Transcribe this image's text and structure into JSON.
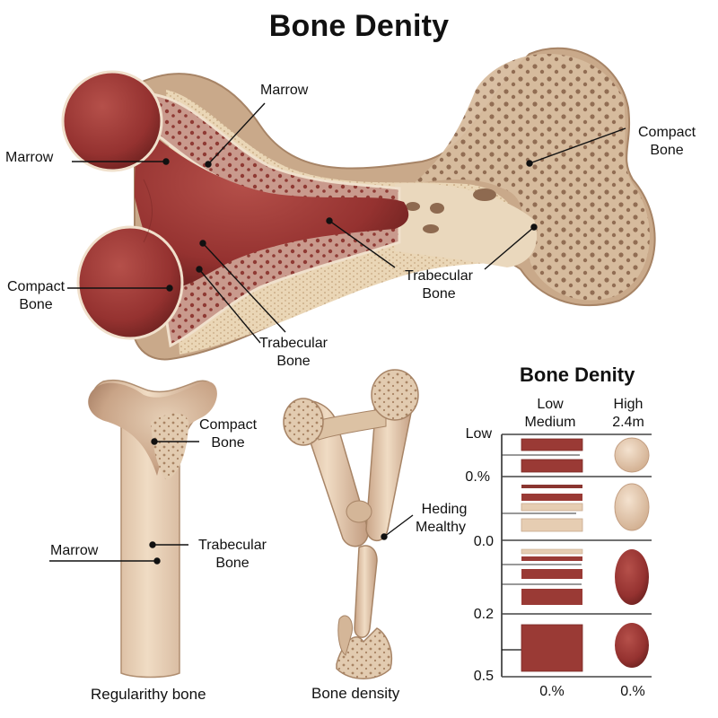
{
  "title": "Bone Denity",
  "main_diagram": {
    "name": "Femur cross-section",
    "labels": {
      "marrow_left": "Marrow",
      "marrow_top": "Marrow",
      "compact_bone_left": [
        "Compact",
        "Bone"
      ],
      "trabecular_bone_bottom": [
        "Trabecular",
        "Bone"
      ],
      "trabecular_bone_right": [
        "Trabecular",
        "Bone"
      ],
      "compact_bone_right": [
        "Compact",
        "Bone"
      ]
    },
    "colors": {
      "marrow_red": "#9b3434",
      "bone_beige": "#e8d2b4",
      "spongy_brown": "#b08a6e",
      "outer_cortex": "#c9a98a"
    }
  },
  "lower_left": {
    "caption": "Regularithy bone",
    "labels": {
      "compact_bone": [
        "Compact",
        "Bone"
      ],
      "trabecular_bone": [
        "Trabecular",
        "Bone"
      ],
      "marrow": "Marrow"
    }
  },
  "lower_middle": {
    "caption": "Bone density",
    "labels": {
      "healing": [
        "Heding",
        "Mealthy"
      ]
    }
  },
  "chart": {
    "title": "Bone Denity",
    "col_headers": [
      [
        "Low",
        "Medium"
      ],
      [
        "High",
        "2.4m"
      ]
    ],
    "y_labels": [
      "Low",
      "0.%",
      "0.0",
      "0.2",
      "0.5"
    ],
    "x_labels": [
      "0.%",
      "0.%"
    ]
  },
  "chart_data": {
    "type": "table",
    "title": "Bone Denity",
    "columns": [
      "Low Medium",
      "High 2.4m"
    ],
    "rows": [
      {
        "y_label": "Low",
        "bars": [
          "red",
          "red"
        ],
        "shape": "circle",
        "shape_color": "beige"
      },
      {
        "y_label": "0.%",
        "bars": [
          "red-thin",
          "red",
          "beige",
          "beige"
        ],
        "shape": "oval",
        "shape_color": "beige"
      },
      {
        "y_label": "0.0",
        "bars": [
          "beige-thin",
          "red-thin",
          "red",
          "red"
        ],
        "shape": "oval",
        "shape_color": "red"
      },
      {
        "y_label": "0.2",
        "bars": [
          "red-block"
        ],
        "shape": "oval",
        "shape_color": "red"
      }
    ],
    "y_ticks": [
      "Low",
      "0.%",
      "0.0",
      "0.2",
      "0.5"
    ],
    "x_ticks": [
      "0.%",
      "0.%"
    ],
    "colors": {
      "red": "#9a3a35",
      "beige": "#e6cdb2"
    }
  }
}
